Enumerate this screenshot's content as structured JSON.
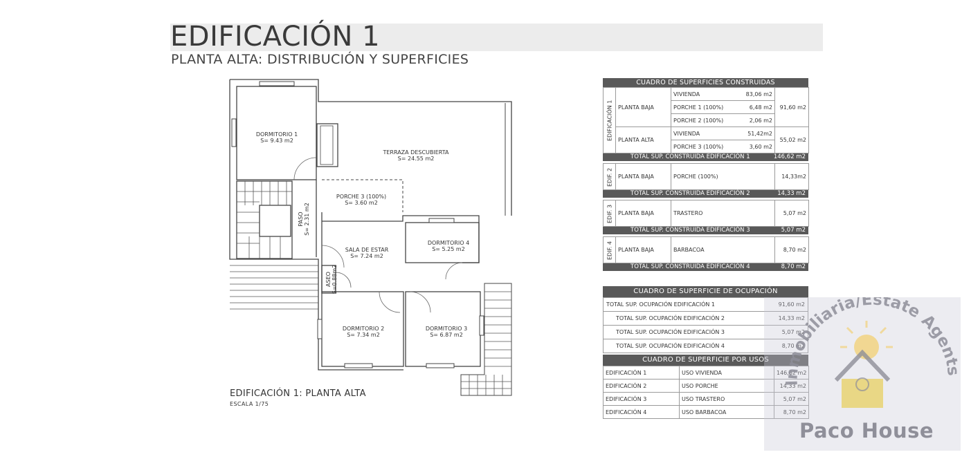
{
  "header": {
    "title": "EDIFICACIÓN 1",
    "subtitle": "PLANTA ALTA: DISTRIBUCIÓN Y SUPERFICIES"
  },
  "plan": {
    "caption": "EDIFICACIÓN 1: PLANTA ALTA",
    "scale": "ESCALA 1/75",
    "rooms": {
      "dormitorio1": {
        "name": "DORMITORIO 1",
        "area": "S= 9.43 m2"
      },
      "terraza": {
        "name": "TERRAZA DESCUBIERTA",
        "area": "S= 24.55 m2"
      },
      "porche3": {
        "name": "PORCHE 3 (100%)",
        "area": "S= 3.60 m2"
      },
      "paso": {
        "name": "PASO",
        "area": "S= 2.31 m2"
      },
      "sala": {
        "name": "SALA DE ESTAR",
        "area": "S= 7.24 m2"
      },
      "dormitorio4": {
        "name": "DORMITORIO 4",
        "area": "S= 5.25 m2"
      },
      "aseo": {
        "name": "ASEO",
        "area": "S=0.88m2"
      },
      "dormitorio2": {
        "name": "DORMITORIO 2",
        "area": "S= 7.34 m2"
      },
      "dormitorio3": {
        "name": "DORMITORIO 3",
        "area": "S= 6.87 m2"
      }
    }
  },
  "built": {
    "title": "CUADRO DE SUPERFICIES CONSTRUIDAS",
    "ed1": {
      "label": "EDIFICACIÓN 1",
      "baja": {
        "label": "PLANTA BAJA",
        "total": "91,60 m2",
        "items": [
          {
            "use": "VIVIENDA",
            "area": "83,06 m2"
          },
          {
            "use": "PORCHE 1 (100%)",
            "area": "6,48 m2"
          },
          {
            "use": "PORCHE 2 (100%)",
            "area": "2,06 m2"
          }
        ]
      },
      "alta": {
        "label": "PLANTA ALTA",
        "total": "55,02 m2",
        "items": [
          {
            "use": "VIVIENDA",
            "area": "51,42m2"
          },
          {
            "use": "PORCHE 3 (100%)",
            "area": "3,60 m2"
          }
        ]
      },
      "total_label": "TOTAL SUP. CONSTRUIDA EDIFICACIÓN 1",
      "total_value": "146,62 m2"
    },
    "ed2": {
      "label": "EDIF. 2",
      "planta": "PLANTA BAJA",
      "use": "PORCHE (100%)",
      "area": "14,33m2",
      "total_label": "TOTAL SUP. CONSTRUIDA EDIFICACIÓN 2",
      "total_value": "14,33 m2"
    },
    "ed3": {
      "label": "EDIF. 3",
      "planta": "PLANTA BAJA",
      "use": "TRASTERO",
      "area": "5,07 m2",
      "total_label": "TOTAL SUP. CONSTRUIDA EDIFICACIÓN 3",
      "total_value": "5,07 m2"
    },
    "ed4": {
      "label": "EDIF. 4",
      "planta": "PLANTA BAJA",
      "use": "BARBACOA",
      "area": "8,70 m2",
      "total_label": "TOTAL SUP. CONSTRUIDA EDIFICACIÓN 4",
      "total_value": "8,70 m2"
    }
  },
  "occupation": {
    "title": "CUADRO DE SUPERFICIE DE OCUPACIÓN",
    "rows": [
      {
        "label": "TOTAL SUP. OCUPACIÓN EDIFICACIÓN 1",
        "value": "91,60 m2"
      },
      {
        "label": "TOTAL SUP. OCUPACIÓN EDIFICACIÓN 2",
        "value": "14,33 m2"
      },
      {
        "label": "TOTAL SUP. OCUPACIÓN EDIFICACIÓN 3",
        "value": "5,07 m2"
      },
      {
        "label": "TOTAL SUP. OCUPACIÓN EDIFICACIÓN 4",
        "value": "8,70 m2"
      }
    ]
  },
  "uses": {
    "title": "CUADRO DE SUPERFICIE POR USOS",
    "rows": [
      {
        "ed": "EDIFICACIÓN  1",
        "use": "USO VIVIENDA",
        "value": "146,62 m2"
      },
      {
        "ed": "EDIFICACIÓN  2",
        "use": "USO PORCHE",
        "value": "14,33 m2"
      },
      {
        "ed": "EDIFICACIÓN  3",
        "use": "USO TRASTERO",
        "value": "5,07 m2"
      },
      {
        "ed": "EDIFICACIÓN  4",
        "use": "USO BARBACOA",
        "value": "8,70 m2"
      }
    ]
  },
  "watermark": {
    "arc_text": "Inmobiliaria/Estate Agents",
    "name": "Paco House",
    "sun_color": "#f3d27a",
    "house_color": "#e8d26a"
  }
}
